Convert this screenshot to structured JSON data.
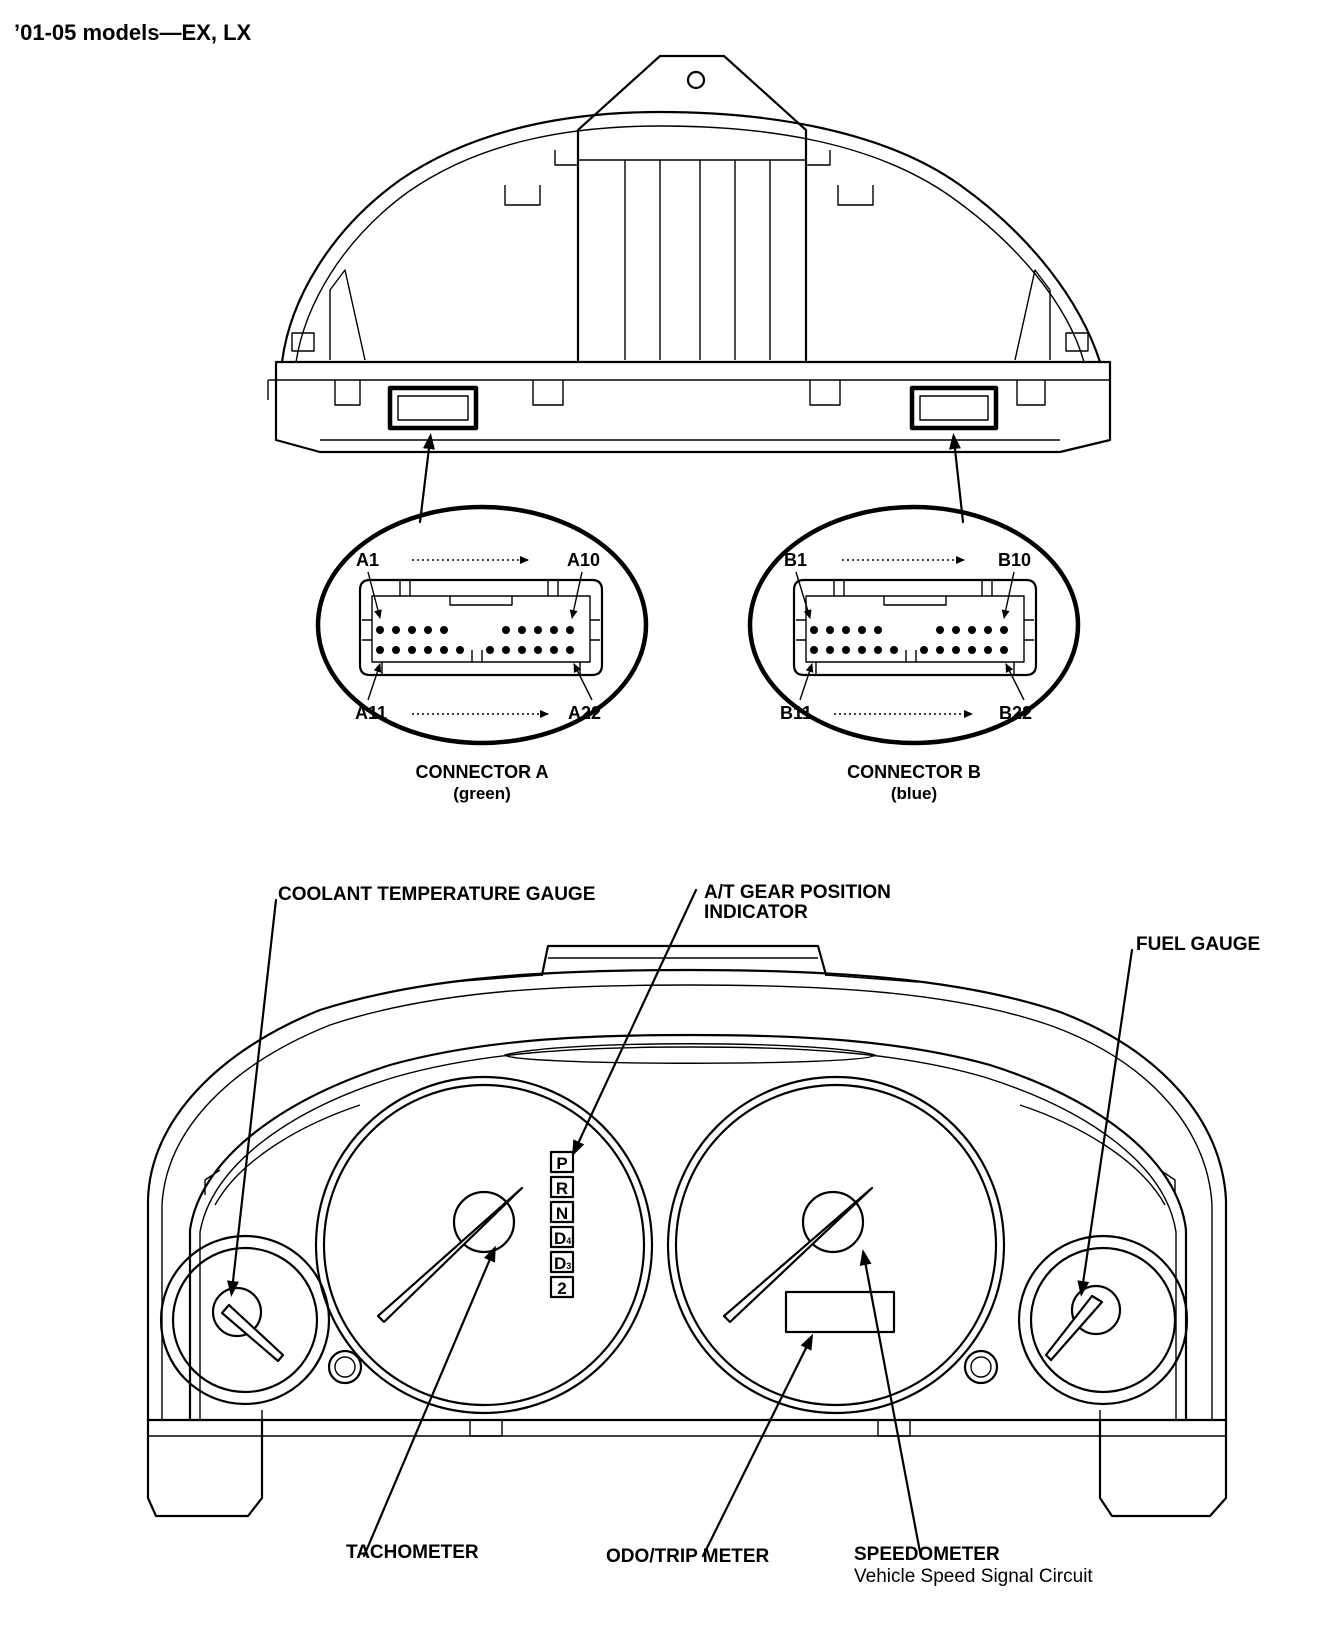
{
  "title": "’01-05 models—EX, LX",
  "connectors": [
    {
      "id": "a",
      "label": "CONNECTOR A",
      "color_note": "(green)",
      "pin_top_left": "A1",
      "pin_top_right": "A10",
      "pin_bottom_left": "A11",
      "pin_bottom_right": "A22"
    },
    {
      "id": "b",
      "label": "CONNECTOR B",
      "color_note": "(blue)",
      "pin_top_left": "B1",
      "pin_top_right": "B10",
      "pin_bottom_left": "B11",
      "pin_bottom_right": "B22"
    }
  ],
  "callouts": {
    "coolant": "COOLANT TEMPERATURE GAUGE",
    "gear_line1": "A/T GEAR POSITION",
    "gear_line2": "INDICATOR",
    "fuel": "FUEL GAUGE",
    "tachometer": "TACHOMETER",
    "odo": "ODO/TRIP METER",
    "speedometer": "SPEEDOMETER",
    "speed_signal": "Vehicle Speed Signal Circuit"
  },
  "gear_positions": [
    "P",
    "R",
    "N",
    "D4",
    "D3",
    "2"
  ]
}
